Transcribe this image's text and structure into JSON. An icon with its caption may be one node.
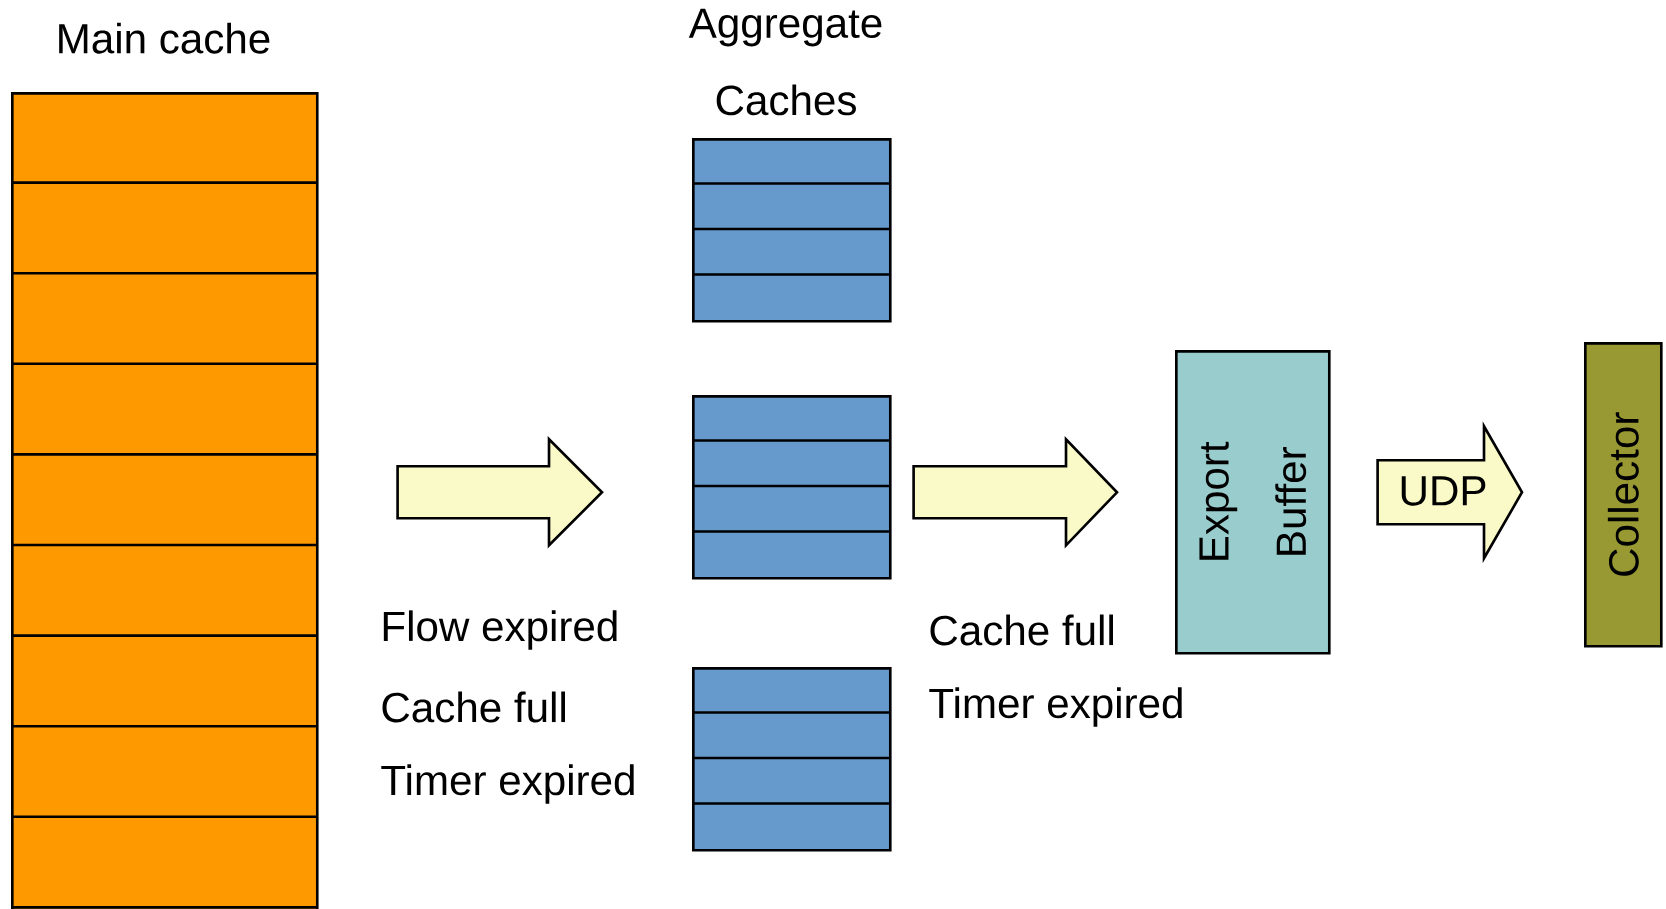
{
  "diagram": {
    "nodes": [
      {
        "text": [
          "Main cache"
        ]
      },
      {
        "text": [],
        "shape": "box"
      },
      {
        "text": [],
        "shape": "box"
      },
      {
        "text": [],
        "shape": "box"
      },
      {
        "text": [
          "Export Buffer"
        ]
      },
      {
        "text": [
          "Collector"
        ]
      }
    ],
    "edges": [
      {
        "from": 0,
        "to": 2,
        "arrow": "to"
      },
      {
        "from": 2,
        "to": 4,
        "arrow": "to"
      },
      {
        "from": 4,
        "to": 5,
        "arrow": "to",
        "label": "UDP"
      }
    ],
    "labels": [
      "Aggregate Caches",
      "Flow expired",
      "Cache full",
      "Timer expired",
      "Cache full",
      "Timer expired"
    ]
  }
}
